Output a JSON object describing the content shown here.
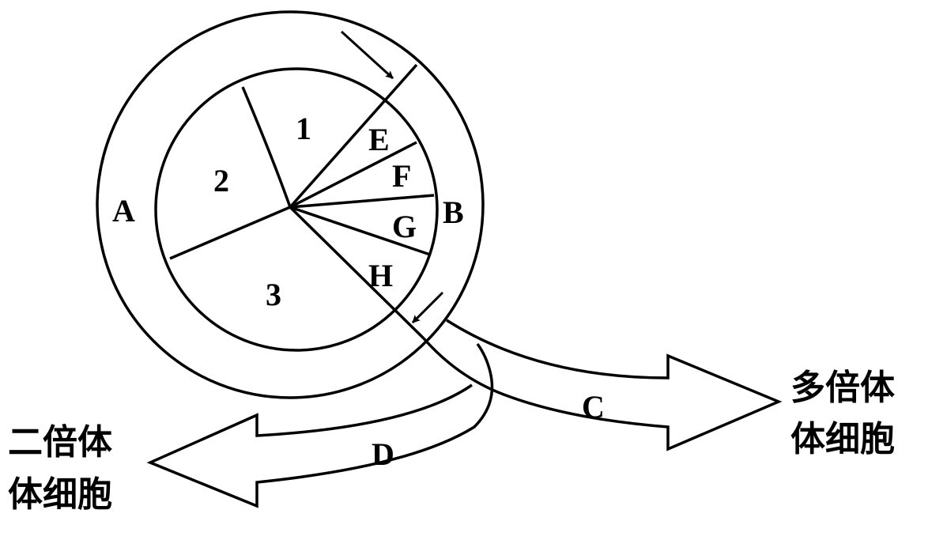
{
  "diagram": {
    "phase_labels": {
      "p1": "1",
      "p2": "2",
      "p3": "3",
      "E": "E",
      "F": "F",
      "G": "G",
      "H": "H"
    },
    "ring_labels": {
      "A": "A",
      "B": "B"
    },
    "arrow_labels": {
      "C": "C",
      "D": "D"
    },
    "polyploid": {
      "line1": "多倍体",
      "line2": "体细胞"
    },
    "diploid": {
      "line1": "二倍体",
      "line2": "体细胞"
    },
    "stroke_color": "#000000",
    "background": "#ffffff"
  }
}
